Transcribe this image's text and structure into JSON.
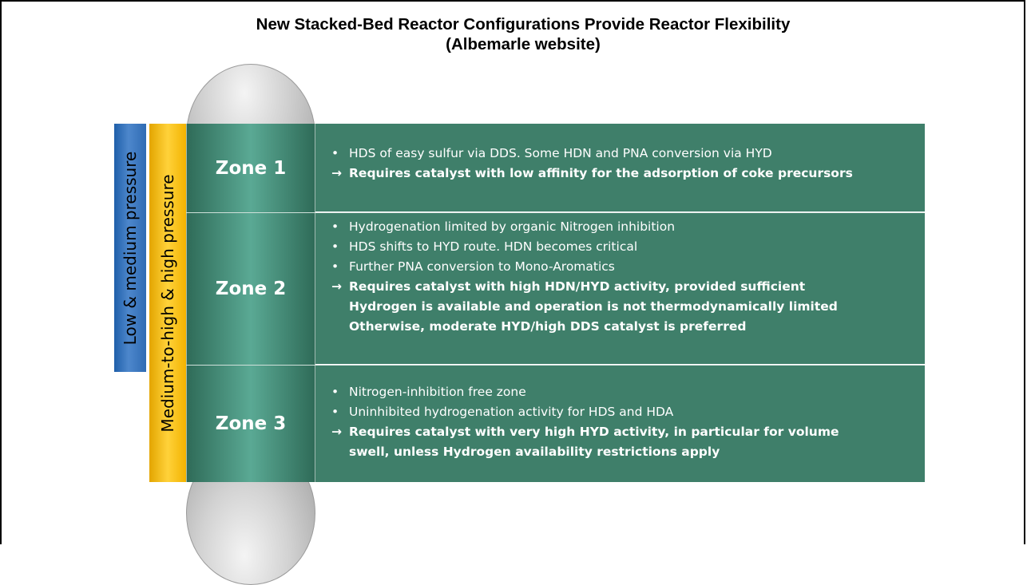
{
  "title": {
    "line1": "New Stacked-Bed Reactor Configurations Provide Reactor Flexibility",
    "line2": "(Albemarle website)"
  },
  "pressure_labels": {
    "low_medium": "Low & medium pressure",
    "medium_high": "Medium-to-high & high pressure"
  },
  "markers": {
    "bullet": "•",
    "arrow": "→"
  },
  "zones": [
    {
      "name": "Zone 1",
      "bullets": [
        "HDS of easy sulfur via DDS. Some HDN and PNA conversion via HYD"
      ],
      "requirement": [
        "Requires catalyst with low affinity for the adsorption of coke precursors"
      ]
    },
    {
      "name": "Zone 2",
      "bullets": [
        "Hydrogenation limited by organic Nitrogen inhibition",
        "HDS shifts to HYD route. HDN becomes critical",
        "Further PNA conversion to Mono-Aromatics"
      ],
      "requirement": [
        "Requires catalyst with high HDN/HYD activity, provided sufficient",
        "Hydrogen is available and operation is not thermodynamically limited",
        "Otherwise, moderate HYD/high DDS catalyst is preferred"
      ]
    },
    {
      "name": "Zone 3",
      "bullets": [
        "Nitrogen-inhibition free zone",
        "Uninhibited hydrogenation activity for HDS and HDA"
      ],
      "requirement": [
        "Requires catalyst with very high HYD activity, in particular for volume",
        "swell, unless Hydrogen availability restrictions apply"
      ]
    }
  ],
  "colors": {
    "band": "#3f7f6a",
    "zone_column": "#5aa994",
    "low_medium_bar": "#2f6bb3",
    "medium_high_bar": "#f2b300",
    "dome": "#cfcfcf"
  }
}
